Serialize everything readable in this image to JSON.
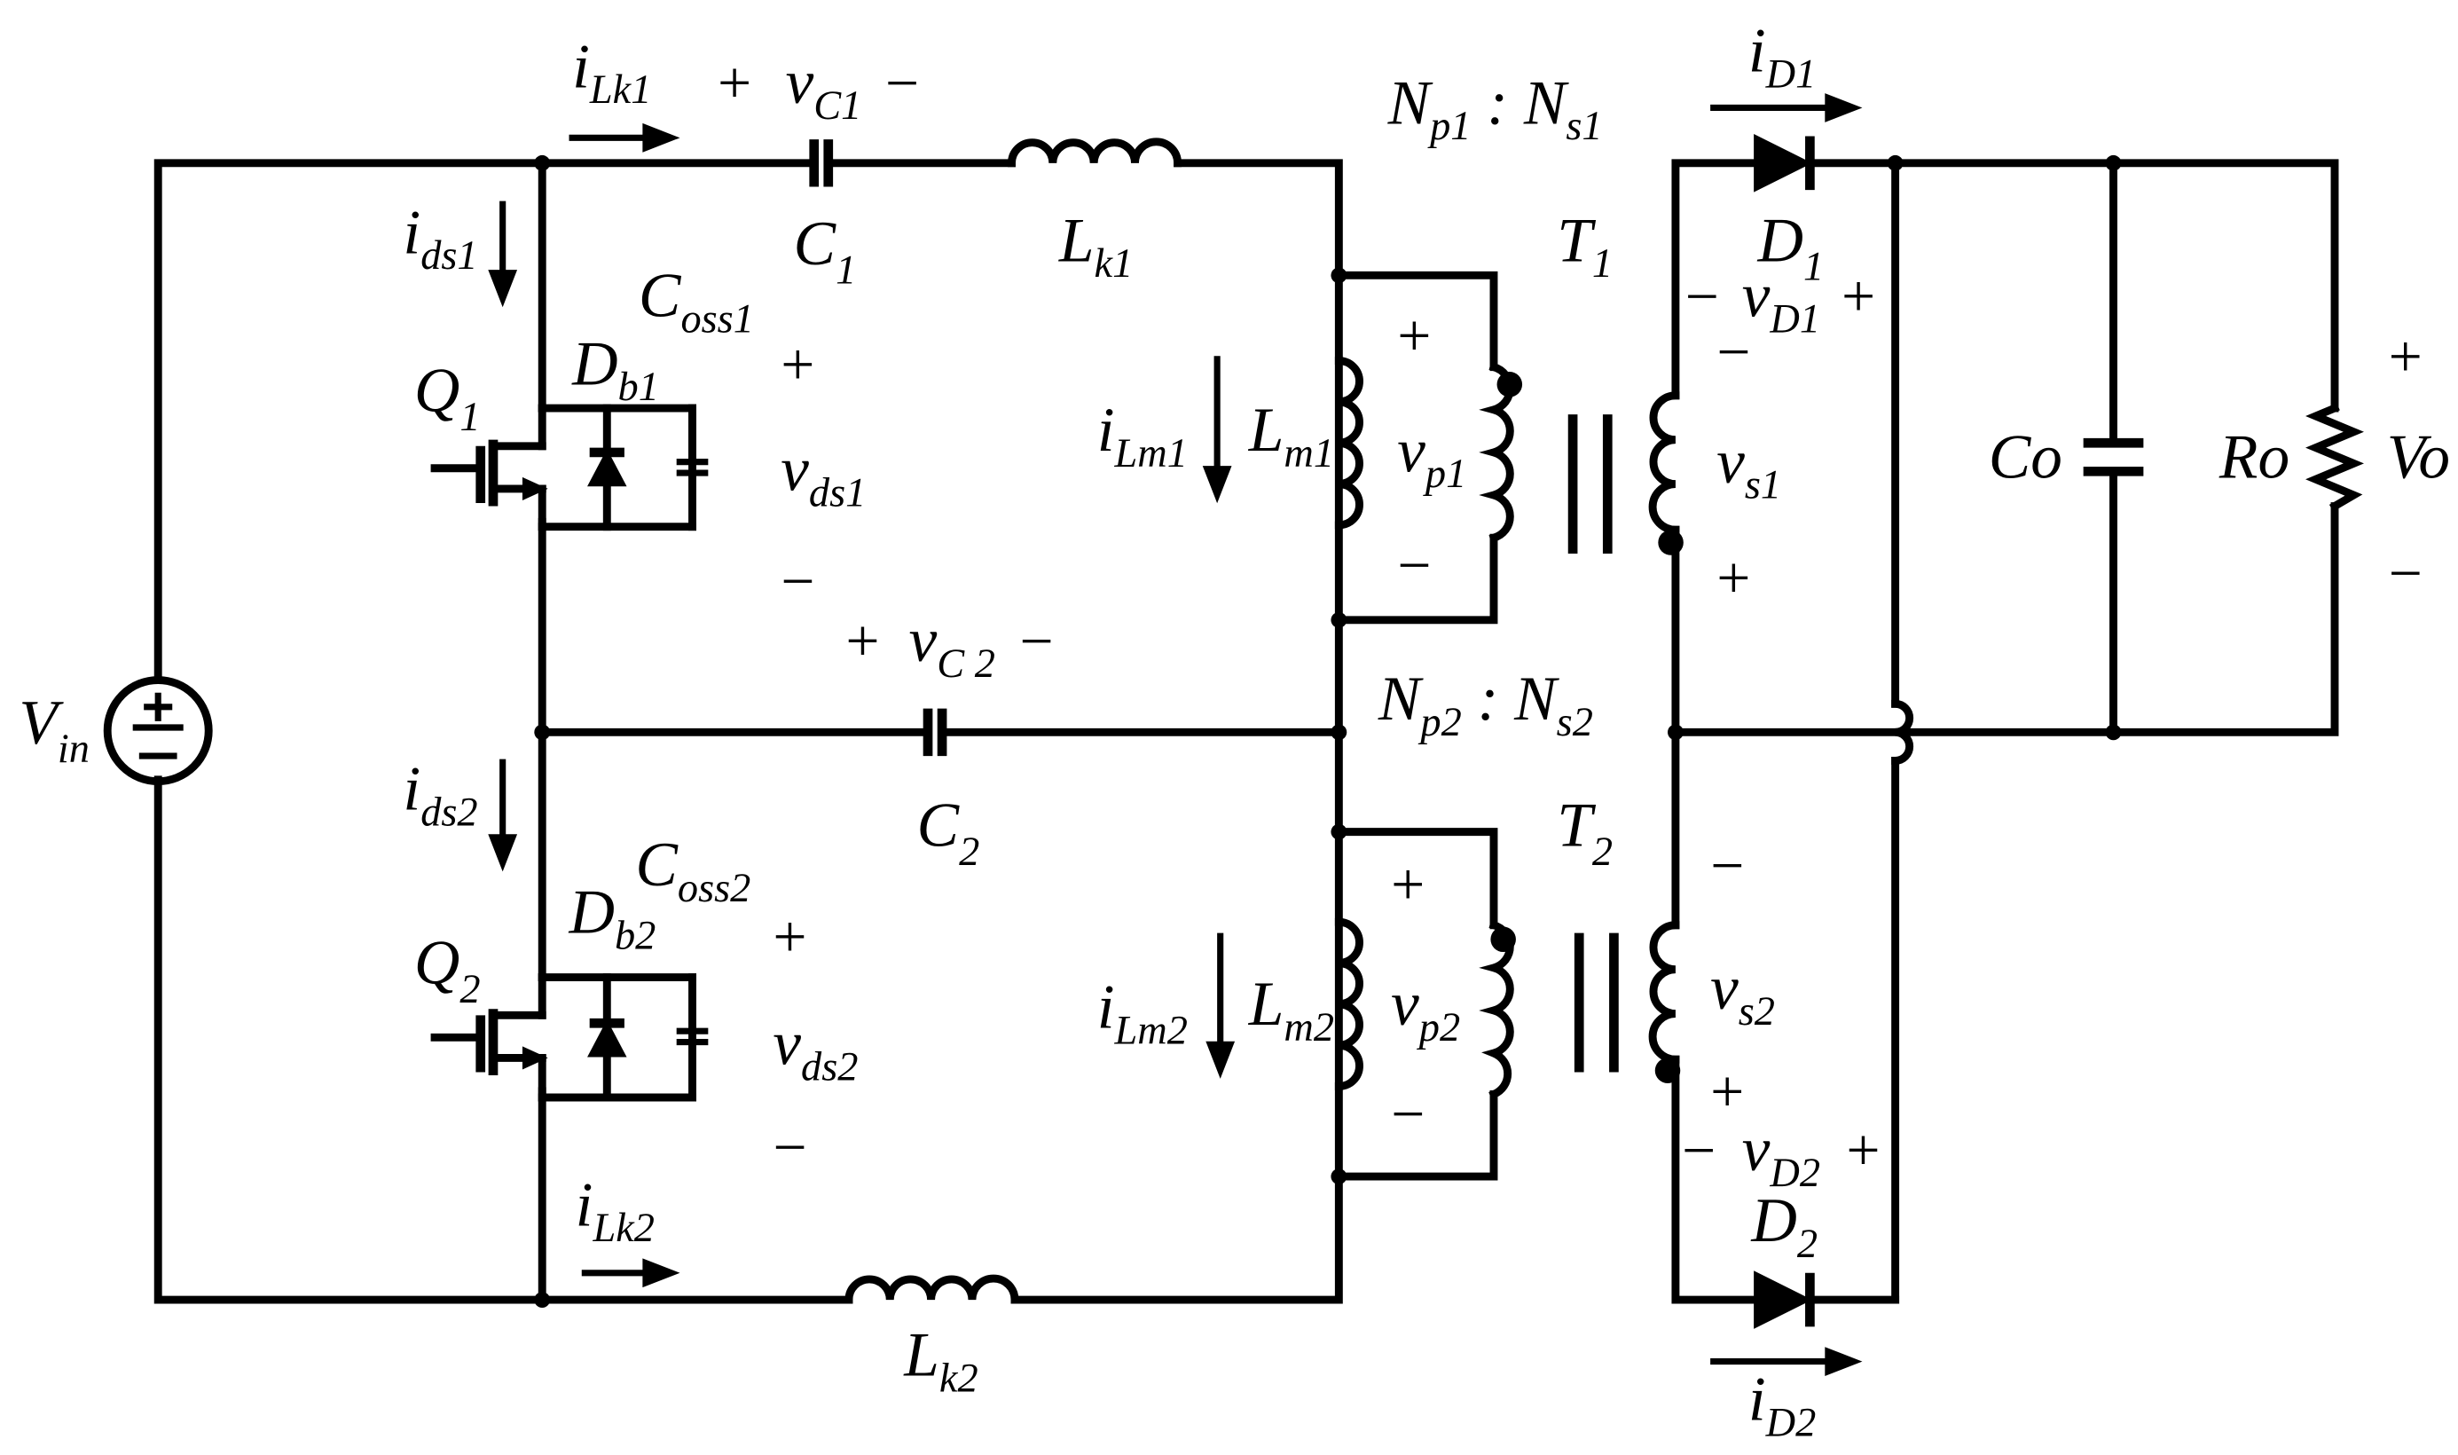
{
  "labels": {
    "i_Lk1": {
      "base": "i",
      "sub": "Lk1"
    },
    "v_C1": {
      "base": "v",
      "sub": "C1"
    },
    "C1": {
      "base": "C",
      "sub": "1"
    },
    "Lk1": {
      "base": "L",
      "sub": "k1"
    },
    "turns1": {
      "p_base": "N",
      "p_sub": "p1",
      "sep": ":",
      "s_base": "N",
      "s_sub": "s1"
    },
    "T1": {
      "base": "T",
      "sub": "1"
    },
    "i_D1": {
      "base": "i",
      "sub": "D1"
    },
    "D1": {
      "base": "D",
      "sub": "1"
    },
    "v_D1": {
      "base": "v",
      "sub": "D1"
    },
    "i_ds1": {
      "base": "i",
      "sub": "ds1"
    },
    "Coss1": {
      "base": "C",
      "sub": "oss1"
    },
    "Db1": {
      "base": "D",
      "sub": "b1"
    },
    "Q1": {
      "base": "Q",
      "sub": "1"
    },
    "v_ds1": {
      "base": "v",
      "sub": "ds1"
    },
    "i_Lm1": {
      "base": "i",
      "sub": "Lm1"
    },
    "Lm1": {
      "base": "L",
      "sub": "m1"
    },
    "v_p1": {
      "base": "v",
      "sub": "p1"
    },
    "v_s1": {
      "base": "v",
      "sub": "s1"
    },
    "Co": "Co",
    "Ro": "Ro",
    "Vo": "Vo",
    "Vin": {
      "base": "V",
      "sub": "in"
    },
    "v_C2": {
      "base": "v",
      "sub": "C 2"
    },
    "turns2": {
      "p_base": "N",
      "p_sub": "p2",
      "sep": ":",
      "s_base": "N",
      "s_sub": "s2"
    },
    "i_ds2": {
      "base": "i",
      "sub": "ds2"
    },
    "C2": {
      "base": "C",
      "sub": "2"
    },
    "T2": {
      "base": "T",
      "sub": "2"
    },
    "Coss2": {
      "base": "C",
      "sub": "oss2"
    },
    "Db2": {
      "base": "D",
      "sub": "b2"
    },
    "Q2": {
      "base": "Q",
      "sub": "2"
    },
    "v_ds2": {
      "base": "v",
      "sub": "ds2"
    },
    "i_Lm2": {
      "base": "i",
      "sub": "Lm2"
    },
    "Lm2": {
      "base": "L",
      "sub": "m2"
    },
    "v_p2": {
      "base": "v",
      "sub": "p2"
    },
    "v_s2": {
      "base": "v",
      "sub": "s2"
    },
    "v_D2": {
      "base": "v",
      "sub": "D2"
    },
    "D2": {
      "base": "D",
      "sub": "2"
    },
    "i_Lk2": {
      "base": "i",
      "sub": "Lk2"
    },
    "Lk2": {
      "base": "L",
      "sub": "k2"
    },
    "i_D2": {
      "base": "i",
      "sub": "D2"
    }
  },
  "signs": {
    "plus": "+",
    "minus": "−"
  }
}
